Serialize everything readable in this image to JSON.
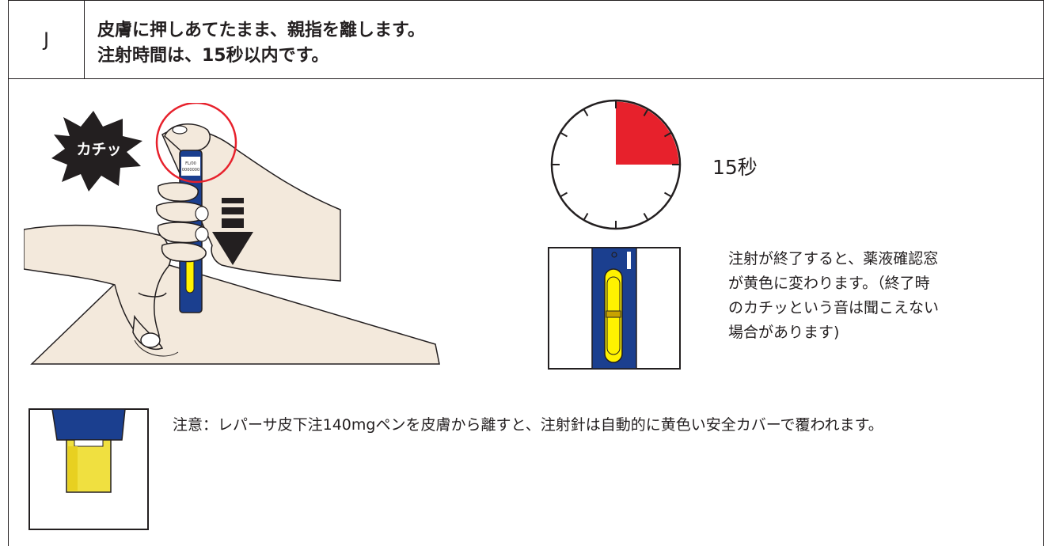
{
  "step": {
    "letter": "J",
    "title_line1": "皮膚に押しあてたまま、親指を離します。",
    "title_line2": "注射時間は、15秒以内です。"
  },
  "illustration": {
    "click_sound": "カチッ",
    "pen_label_line1": "FL/00",
    "pen_label_line2": "0000000"
  },
  "timer": {
    "label": "15秒",
    "elapsed_fraction": 0.25
  },
  "window_note": {
    "line1": "注射が終了すると、薬液確認窓",
    "line2": "が黄色に変わります。（終了時",
    "line3": "のカチッという音は聞こえない",
    "line4": "場合があります)"
  },
  "caution": {
    "text": "注意：レパーサ皮下注140mgペンを皮膚から離すと、注射針は自動的に黄色い安全カバーで覆われます。"
  },
  "colors": {
    "pen_blue": "#1b3f8f",
    "timer_red": "#e7212c",
    "window_yellow": "#fff200",
    "skin": "#f3e9dc",
    "outline": "#231f20"
  }
}
